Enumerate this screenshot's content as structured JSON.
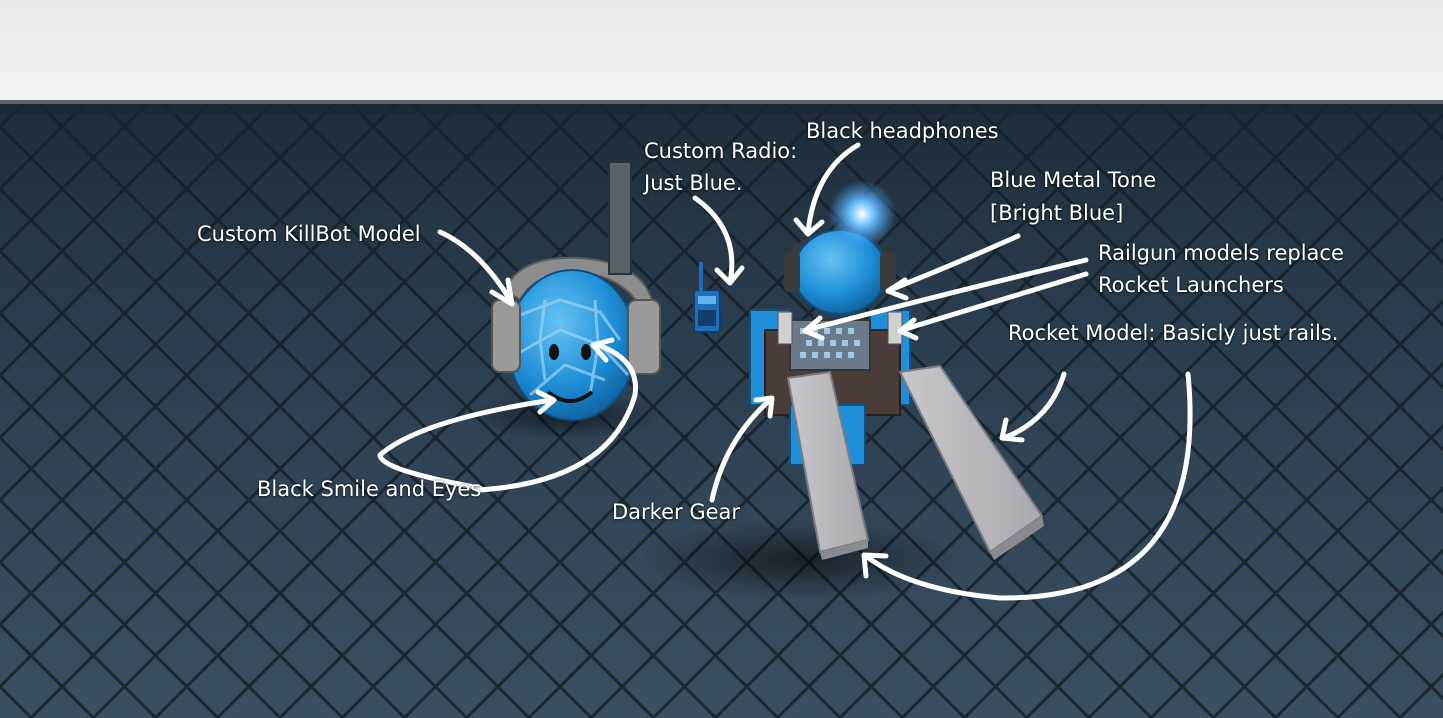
{
  "annotations": {
    "killbot_model": "Custom KillBot Model",
    "radio_line1": "Custom Radio:",
    "radio_line2": "Just Blue.",
    "headphones": "Black headphones",
    "metal_line1": "Blue Metal Tone",
    "metal_line2": "[Bright Blue]",
    "railgun_line1": "Railgun models replace",
    "railgun_line2": "Rocket Launchers",
    "rocket_model": "Rocket Model: Basicly just rails.",
    "smile_eyes": "Black Smile and Eyes",
    "gear": "Darker Gear"
  },
  "colors": {
    "sky": "#eef0f0",
    "floor": "#2d4152",
    "floor_dark": "#1b2835",
    "bot_blue": "#1e8fd8",
    "bot_blue_light": "#4fb4ee",
    "headphone_gray": "#9a9a9a",
    "rail_gray": "#b9b9bd",
    "gear_dark": "#4a3c38",
    "glow": "#40a0ff",
    "annotation": "#ffffff"
  },
  "icons": [
    "killbot-head",
    "radio-antenna",
    "robot-body",
    "railgun-rail",
    "blue-glow-light"
  ]
}
